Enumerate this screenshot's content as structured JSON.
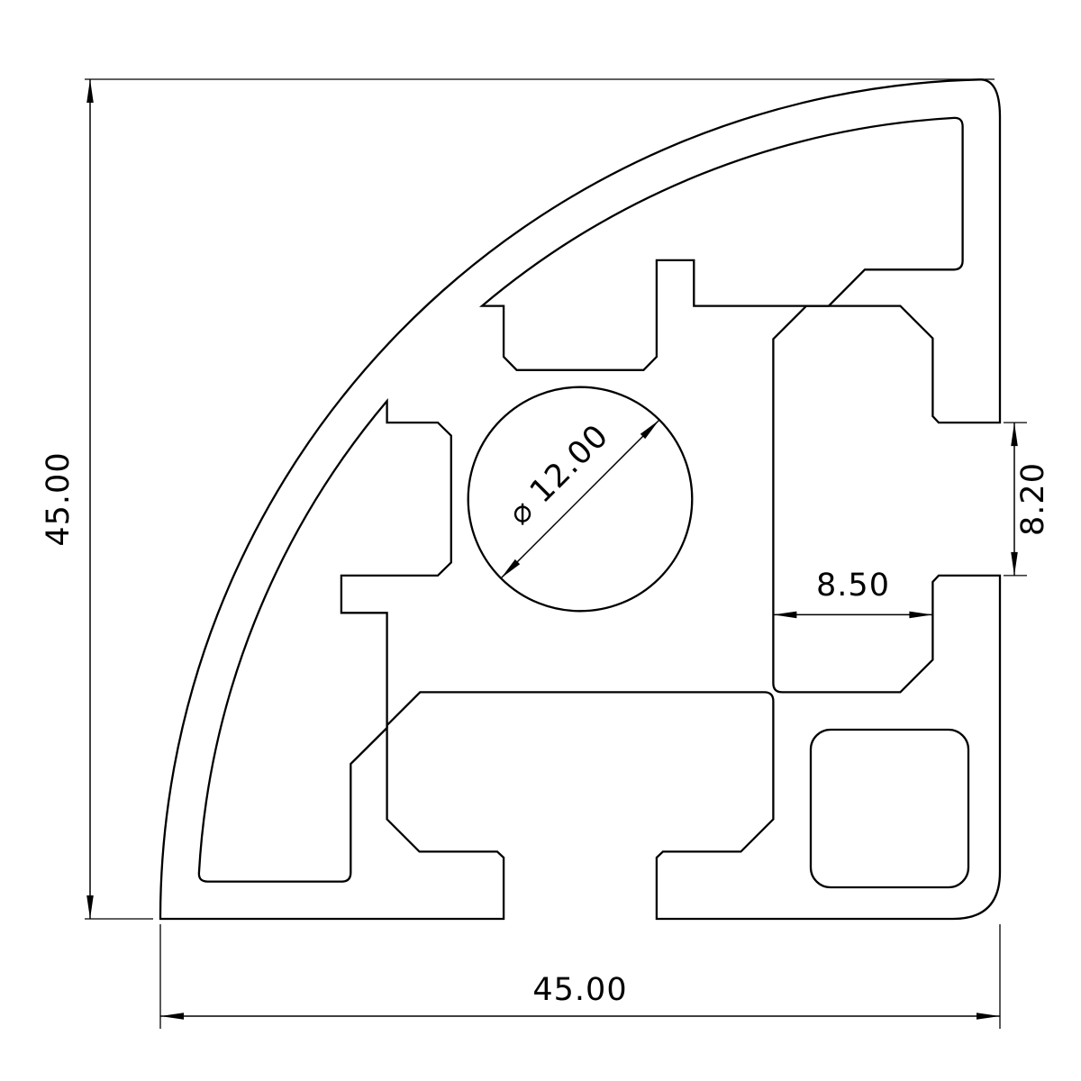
{
  "page": {
    "background": "#ffffff",
    "line_color": "#000000"
  },
  "drawing": {
    "dims": {
      "overall_height": "45.00",
      "overall_width": "45.00",
      "slot_opening_height": "8.20",
      "slot_cavity_width": "8.50",
      "center_bore_diameter": "⌀ 12.00"
    }
  }
}
